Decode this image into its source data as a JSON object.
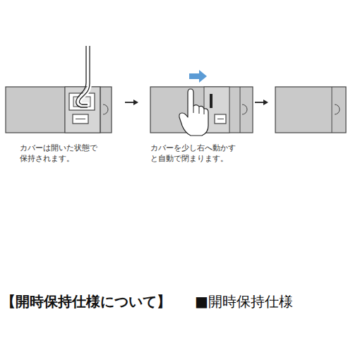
{
  "diagram": {
    "title": "【開時保持仕様について】",
    "labels": [
      "カバーは開いた状態で 保持されます。",
      "カバーを少し右へ動かす と自動で閉まります。",
      "■開時保持仕様"
    ]
  }
}
